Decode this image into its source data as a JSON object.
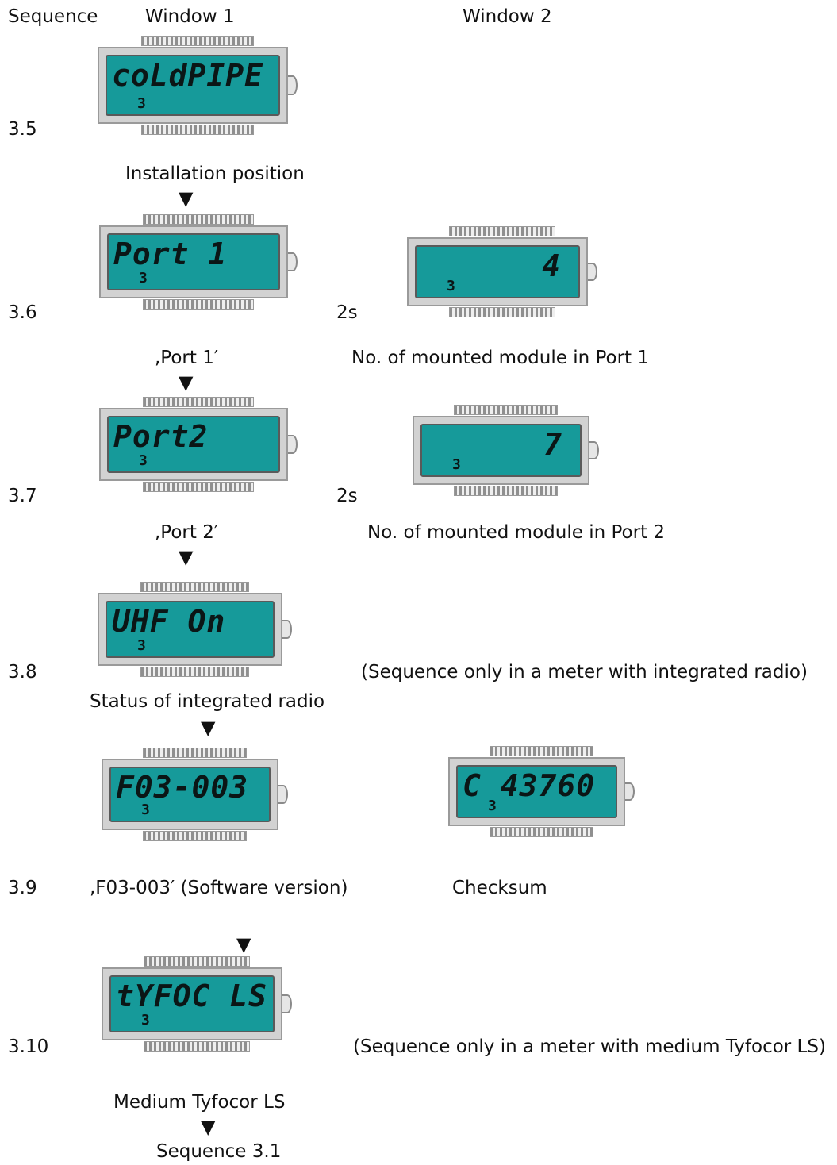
{
  "header": {
    "sequence": "Sequence",
    "window1": "Window 1",
    "window2": "Window 2"
  },
  "rows": {
    "r35": {
      "num": "3.5",
      "lcd1": {
        "main": "coLdPIPE",
        "sub": "3"
      },
      "caption": "Installation position"
    },
    "r36": {
      "num": "3.6",
      "lcd1": {
        "main": "Port 1",
        "sub": "3"
      },
      "delay": "2s",
      "lcd2": {
        "main": "4",
        "sub": "3"
      },
      "caption1": ",Port 1′",
      "caption2": "No. of mounted module in Port 1"
    },
    "r37": {
      "num": "3.7",
      "lcd1": {
        "main": "Port2",
        "sub": "3"
      },
      "delay": "2s",
      "lcd2": {
        "main": "7",
        "sub": "3"
      },
      "caption1": ",Port 2′",
      "caption2": "No. of mounted module in Port 2"
    },
    "r38": {
      "num": "3.8",
      "lcd1": {
        "main": "UHF On",
        "sub": "3"
      },
      "note": "(Sequence only in a meter with integrated radio)",
      "caption": "Status of integrated radio"
    },
    "r39": {
      "num": "3.9",
      "lcd1": {
        "main": "F03-003",
        "sub": "3"
      },
      "lcd2": {
        "main": "C  43760",
        "sub": "3"
      },
      "caption1": ",F03-003′ (Software version)",
      "caption2": "Checksum"
    },
    "r310": {
      "num": "3.10",
      "lcd1": {
        "main": "tYFOC LS",
        "sub": "3"
      },
      "note": "(Sequence only in a meter with medium Tyfocor LS)",
      "caption": "Medium Tyfocor LS"
    }
  },
  "footer": {
    "next": "Sequence 3.1"
  },
  "arrow_glyph": "▼"
}
